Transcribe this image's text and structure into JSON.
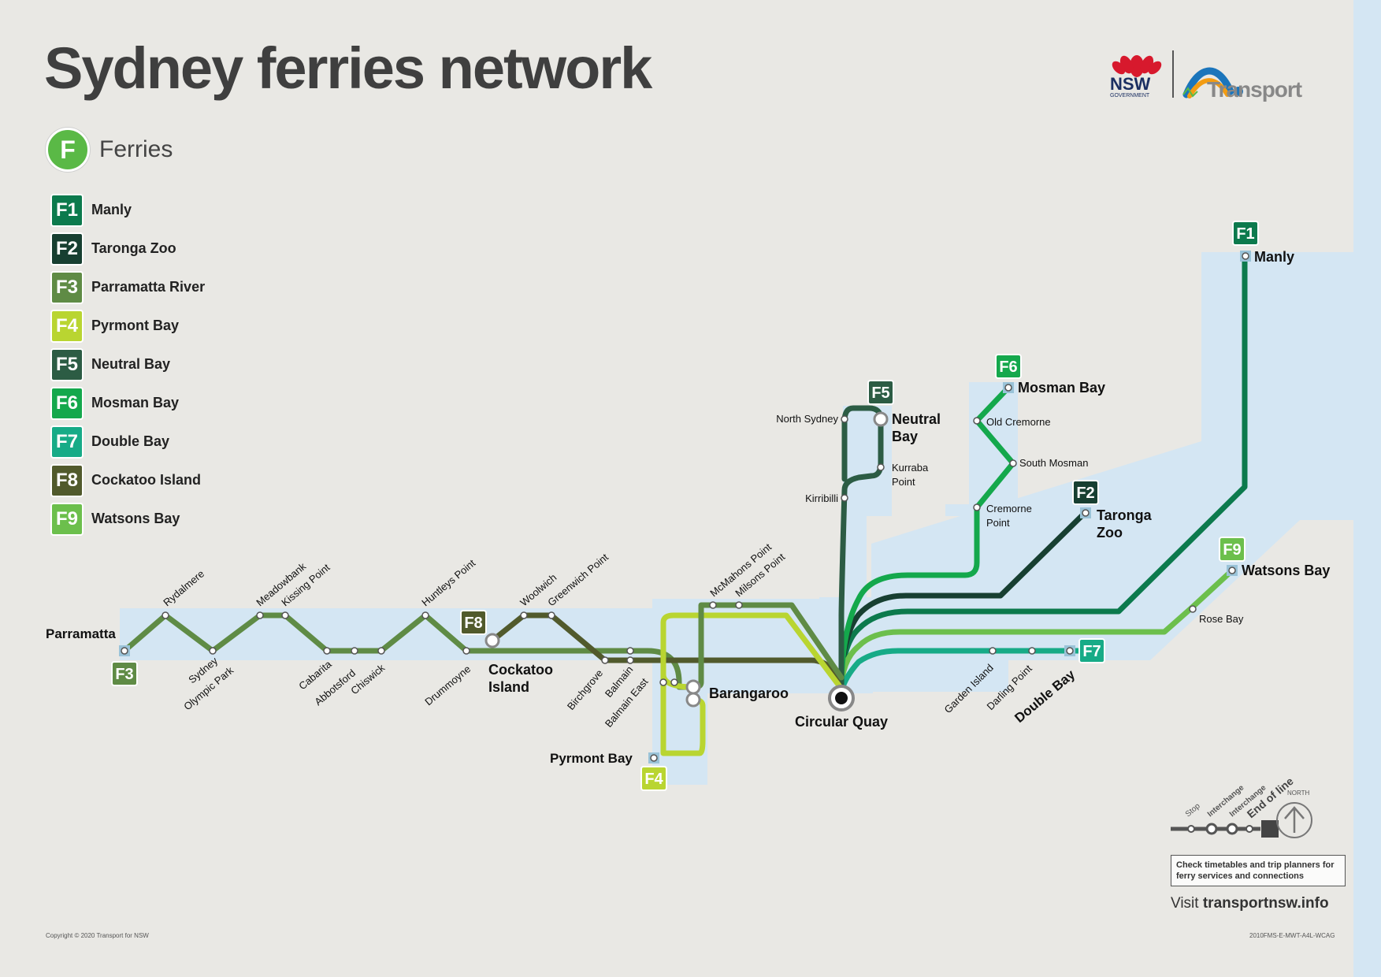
{
  "title": "Sydney ferries network",
  "section_label": "Ferries",
  "section_badge": "F",
  "colors": {
    "background": "#e9e8e4",
    "water": "#d4e6f3",
    "F1": "#0c7a4d",
    "F2": "#173f31",
    "F3": "#5f8b45",
    "F4": "#b9d531",
    "F5": "#2c5c44",
    "F6": "#14a84c",
    "F7": "#17ab87",
    "F8": "#515a2c",
    "F9": "#6cbf4c"
  },
  "routes": [
    {
      "code": "F1",
      "name": "Manly",
      "color": "#0c7a4d"
    },
    {
      "code": "F2",
      "name": "Taronga Zoo",
      "color": "#173f31"
    },
    {
      "code": "F3",
      "name": "Parramatta River",
      "color": "#5f8b45"
    },
    {
      "code": "F4",
      "name": "Pyrmont Bay",
      "color": "#b9d531"
    },
    {
      "code": "F5",
      "name": "Neutral Bay",
      "color": "#2c5c44"
    },
    {
      "code": "F6",
      "name": "Mosman Bay",
      "color": "#14a84c"
    },
    {
      "code": "F7",
      "name": "Double Bay",
      "color": "#17ab87"
    },
    {
      "code": "F8",
      "name": "Cockatoo Island",
      "color": "#515a2c"
    },
    {
      "code": "F9",
      "name": "Watsons Bay",
      "color": "#6cbf4c"
    }
  ],
  "map": {
    "hub": "Circular Quay",
    "terminus_labels": {
      "manly": "Manly",
      "mosman": "Mosman Bay",
      "neutral_1": "Neutral",
      "neutral_2": "Bay",
      "taronga_1": "Taronga",
      "taronga_2": "Zoo",
      "watsons": "Watsons Bay",
      "double": "Double Bay",
      "parramatta": "Parramatta",
      "cockatoo_1": "Cockatoo",
      "cockatoo_2": "Island",
      "barangaroo": "Barangaroo",
      "pyrmont": "Pyrmont Bay"
    },
    "stops": {
      "rydalmere": "Rydalmere",
      "sydney_olympic_1": "Sydney",
      "sydney_olympic_2": "Olympic Park",
      "meadowbank": "Meadowbank",
      "kissing_point": "Kissing Point",
      "cabarita": "Cabarita",
      "abbotsford": "Abbotsford",
      "chiswick": "Chiswick",
      "huntleys_point": "Huntleys Point",
      "drummoyne": "Drummoyne",
      "woolwich": "Woolwich",
      "greenwich_point": "Greenwich Point",
      "birchgrove": "Birchgrove",
      "balmain": "Balmain",
      "balmain_east": "Balmain East",
      "mcmahons_point": "McMahons Point",
      "milsons_point": "Milsons Point",
      "north_sydney": "North Sydney",
      "kirribilli": "Kirribilli",
      "kurraba_1": "Kurraba",
      "kurraba_2": "Point",
      "old_cremorne": "Old Cremorne",
      "south_mosman": "South Mosman",
      "cremorne_1": "Cremorne",
      "cremorne_2": "Point",
      "rose_bay": "Rose Bay",
      "garden_island": "Garden Island",
      "darling_point": "Darling Point"
    }
  },
  "key": {
    "stop": "Stop",
    "interchange_a": "Interchange",
    "interchange_b": "Interchange",
    "end_of_line": "End of line",
    "north": "NORTH"
  },
  "logo": {
    "nsw": "NSW",
    "government": "GOVERNMENT",
    "transport": "Transport"
  },
  "footer": {
    "note": "Check timetables and trip planners for ferry services and connections",
    "visit_prefix": "Visit",
    "visit_url": "transportnsw.info",
    "copyright": "Copyright © 2020 Transport for NSW",
    "code": "2010FMS-E-MWT-A4L-WCAG"
  }
}
